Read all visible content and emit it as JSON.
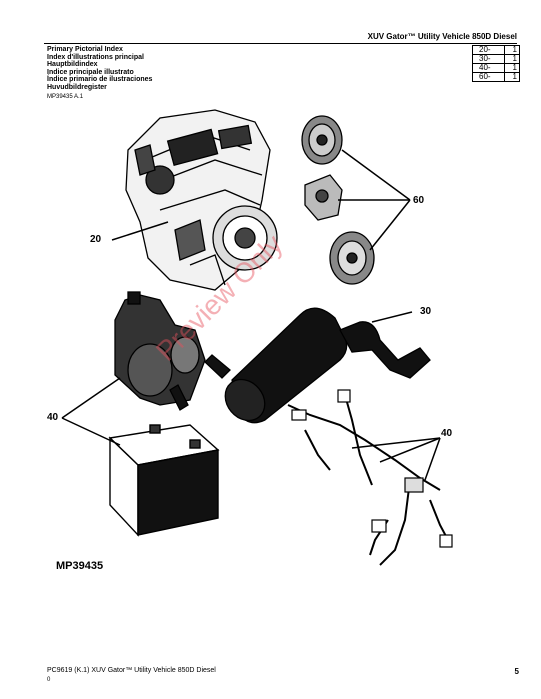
{
  "header": {
    "title": "XUV Gator™ Utility Vehicle 850D Diesel"
  },
  "index": {
    "lines": [
      "Primary Pictorial Index",
      "Index d'illustrations principal",
      "Hauptbildindex",
      "Indice principale illustrato",
      "Índice primario de ilustraciones",
      "Huvudbildregister"
    ],
    "table": [
      {
        "ref": "20-",
        "page": "1"
      },
      {
        "ref": "30-",
        "page": "1"
      },
      {
        "ref": "40-",
        "page": "1"
      },
      {
        "ref": "60-",
        "page": "1"
      }
    ]
  },
  "figure": {
    "code": "MP39435 A.1",
    "label": "MP39435",
    "callouts": {
      "engine": "20",
      "pulleys": "60",
      "muffler": "30",
      "starter": "40",
      "harness": "40"
    },
    "watermark": "Preview Only"
  },
  "footer": {
    "doc": "PC9619   (K.1)   XUV Gator™ Utility Vehicle 850D Diesel",
    "sub": "0",
    "page": "5"
  }
}
